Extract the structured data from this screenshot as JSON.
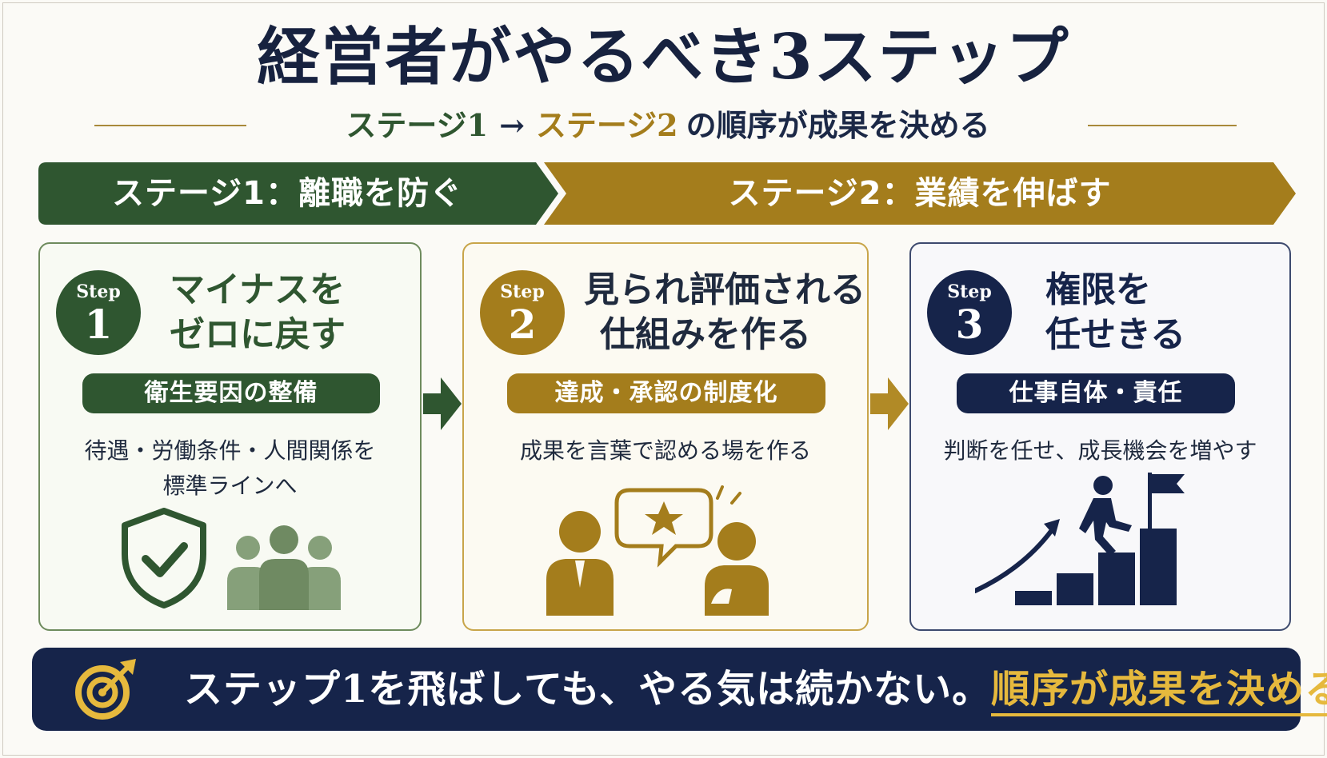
{
  "colors": {
    "green": "#2f5630",
    "gold": "#a47d1c",
    "navy": "#16244a",
    "footer_highlight": "#e6b93d"
  },
  "title": "経営者がやるべき3ステップ",
  "subtitle": {
    "stage1": "ステージ1",
    "arrow": "→",
    "stage2": "ステージ2",
    "rest": "の順序が成果を決める"
  },
  "banners": {
    "stage1": "ステージ1：離職を防ぐ",
    "stage2": "ステージ2：業績を伸ばす"
  },
  "steps": [
    {
      "step_word": "Step",
      "number": "1",
      "title_lines": [
        "マイナスを",
        "ゼロに戻す"
      ],
      "pill": "衛生要因の整備",
      "desc_lines": [
        "待遇・労働条件・人間関係を",
        "標準ラインへ"
      ],
      "icons": [
        "shield-check-icon",
        "people-group-icon"
      ]
    },
    {
      "step_word": "Step",
      "number": "2",
      "title_lines": [
        "見られ評価される",
        "仕組みを作る"
      ],
      "pill": "達成・承認の制度化",
      "desc_lines": [
        "成果を言葉で認める場を作る"
      ],
      "icons": [
        "two-people-talking-icon",
        "star-speech-bubble-icon"
      ]
    },
    {
      "step_word": "Step",
      "number": "3",
      "title_lines": [
        "権限を",
        "任せきる"
      ],
      "pill": "仕事自体・責任",
      "desc_lines": [
        "判断を任せ、成長機会を増やす"
      ],
      "icons": [
        "climbing-stairs-flag-icon",
        "growth-arrow-icon"
      ]
    }
  ],
  "footer": {
    "main": "ステップ1を飛ばしても、やる気は続かない。",
    "highlight": "順序が成果を決める。",
    "icon": "target-arrow-icon"
  }
}
